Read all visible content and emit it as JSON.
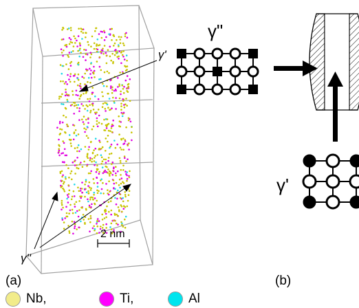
{
  "panel_a": {
    "label": "(a)",
    "gamma_prime_label": "γ'",
    "gamma_double_prime_label": "γ''",
    "scale_bar": "2 nm"
  },
  "panel_b": {
    "label": "(b)",
    "gamma_double_prime_label": "γ\"",
    "gamma_prime_label": "γ'"
  },
  "legend": [
    {
      "label": "Nb,",
      "color": "#f2ec8a"
    },
    {
      "label": "Ti,",
      "color": "#ff00ff"
    },
    {
      "label": "Al",
      "color": "#00e5ee"
    }
  ],
  "colors": {
    "nb_atom": "#c8c400",
    "ti_atom": "#e000e0",
    "al_atom": "#20d8e8",
    "box_edge": "#a0a0a0"
  }
}
